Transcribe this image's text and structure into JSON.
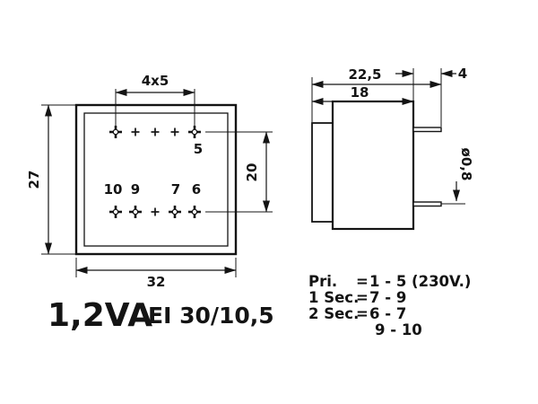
{
  "drawing": {
    "front_view": {
      "dims": {
        "pin_pitch": "4x5",
        "height": "27",
        "width": "32",
        "row_spacing": "20"
      },
      "pin_labels": {
        "p5": "5",
        "p10": "10",
        "p9": "9",
        "p7": "7",
        "p6": "6"
      }
    },
    "side_view": {
      "dims": {
        "depth_total": "22,5",
        "depth_body": "18",
        "pin_length": "4",
        "pin_diameter": "ø0,8"
      }
    }
  },
  "title": {
    "power_rating": "1,2VA",
    "core_type": "EI 30/10,5"
  },
  "pinout": {
    "rows": [
      {
        "name": "Pri.",
        "eq": "=",
        "value": "1 - 5 (230V.)"
      },
      {
        "name": "1 Sec.",
        "eq": "=",
        "value": "7 - 9"
      },
      {
        "name": "2 Sec.",
        "eq": "=",
        "value": "6 - 7"
      },
      {
        "name": "",
        "eq": "",
        "value": "9 - 10"
      }
    ]
  },
  "colors": {
    "ink": "#141414",
    "background": "#ffffff"
  }
}
